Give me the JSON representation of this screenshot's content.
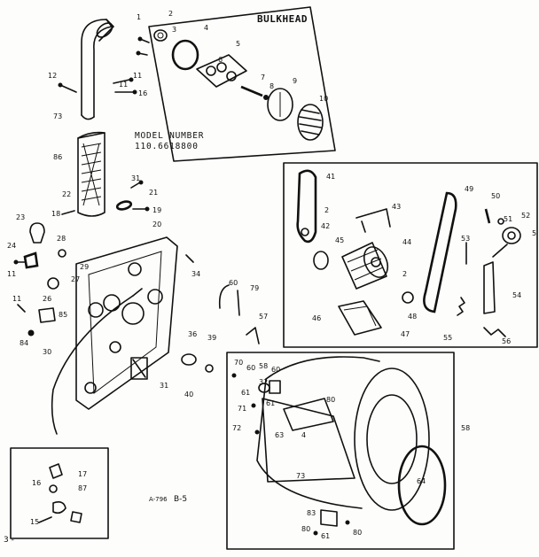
{
  "header": {
    "section_title": "BULKHEAD",
    "model_label": "MODEL NUMBER",
    "model_number": "110.6618800",
    "code_left": "A-796",
    "page_label": "B-5",
    "page_corner": "3 -"
  },
  "callouts": {
    "bulkhead": [
      "1",
      "2",
      "3",
      "4",
      "5",
      "6",
      "7",
      "8",
      "9",
      "10"
    ],
    "exhaust": [
      "11",
      "12",
      "73",
      "16",
      "11"
    ],
    "lint_filter": [
      "86",
      "22",
      "18",
      "21",
      "19",
      "20",
      "31"
    ],
    "rear_panel": [
      "23",
      "24",
      "28",
      "29",
      "11",
      "26",
      "27",
      "11",
      "85",
      "84",
      "30",
      "34",
      "31",
      "40"
    ],
    "drive": [
      "41",
      "2",
      "42",
      "43",
      "44",
      "45",
      "2",
      "46",
      "47",
      "48",
      "49",
      "50",
      "51",
      "52",
      "5",
      "53",
      "54",
      "55",
      "56"
    ],
    "drum": [
      "79",
      "60",
      "57",
      "36",
      "39",
      "70",
      "58",
      "60",
      "32",
      "61",
      "60",
      "71",
      "72",
      "61",
      "63",
      "4",
      "58",
      "80",
      "73",
      "64",
      "83",
      "80",
      "61",
      "80"
    ],
    "inset": [
      "17",
      "16",
      "87",
      "15"
    ]
  }
}
